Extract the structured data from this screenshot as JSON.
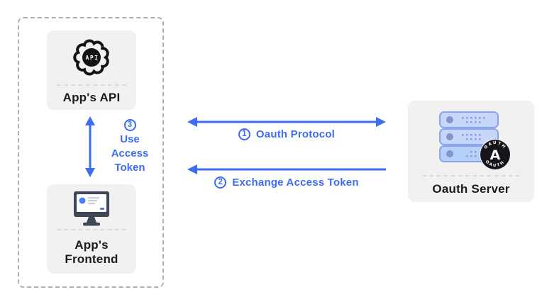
{
  "colors": {
    "accent_blue": "#3D6DF2",
    "card_bg": "#F1F1F2",
    "label_black": "#1B1B1B",
    "icon_black": "#131313",
    "monitor_dark": "#3E4757",
    "server_fill": "#C7D7FA",
    "server_fill_bottom": "#B5D1F8",
    "server_border": "#8AA4EE",
    "badge_black": "#16161A"
  },
  "cards": {
    "api": {
      "label": "App's API",
      "icon": "api-gear-icon",
      "icon_text": "API"
    },
    "frontend": {
      "label": "App's Frontend",
      "icon": "monitor-icon"
    },
    "server": {
      "label": "Oauth Server",
      "icon": "server-stack-icon",
      "badge_letter": "A",
      "badge_ring_top": "OAUTH",
      "badge_ring_bottom": "OAUTH"
    }
  },
  "steps": {
    "one": {
      "number": "1",
      "label": "Oauth Protocol"
    },
    "two": {
      "number": "2",
      "label": "Exchange Access Token"
    },
    "three": {
      "number": "3",
      "lines": [
        "Use",
        "Access",
        "Token"
      ]
    }
  }
}
